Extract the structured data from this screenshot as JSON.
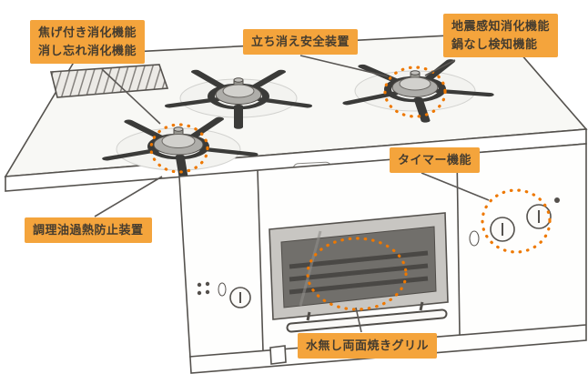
{
  "colors": {
    "label_bg": "#F4A43C",
    "label_text": "#453C2F",
    "highlight": "#EE7800",
    "outline": "#55524E"
  },
  "callouts": {
    "burn_warn": {
      "lines": [
        "焦げ付き消化機能",
        "消し忘れ消化機能"
      ]
    },
    "flame_failure": {
      "text": "立ち消え安全装置"
    },
    "quake": {
      "lines": [
        "地震感知消化機能",
        "鍋なし検知機能"
      ]
    },
    "timer": {
      "text": "タイマー機能"
    },
    "oil_overheat": {
      "text": "調理油過熱防止装置"
    },
    "waterless_grill": {
      "text": "水無し両面焼きグリル"
    }
  },
  "illustration": {
    "name": "built-in-gas-stove",
    "parts": [
      "exhaust-vent",
      "left-burner",
      "center-burner",
      "right-burner",
      "grill-door",
      "grill-handle",
      "control-knobs",
      "timer-knob-panel"
    ]
  }
}
